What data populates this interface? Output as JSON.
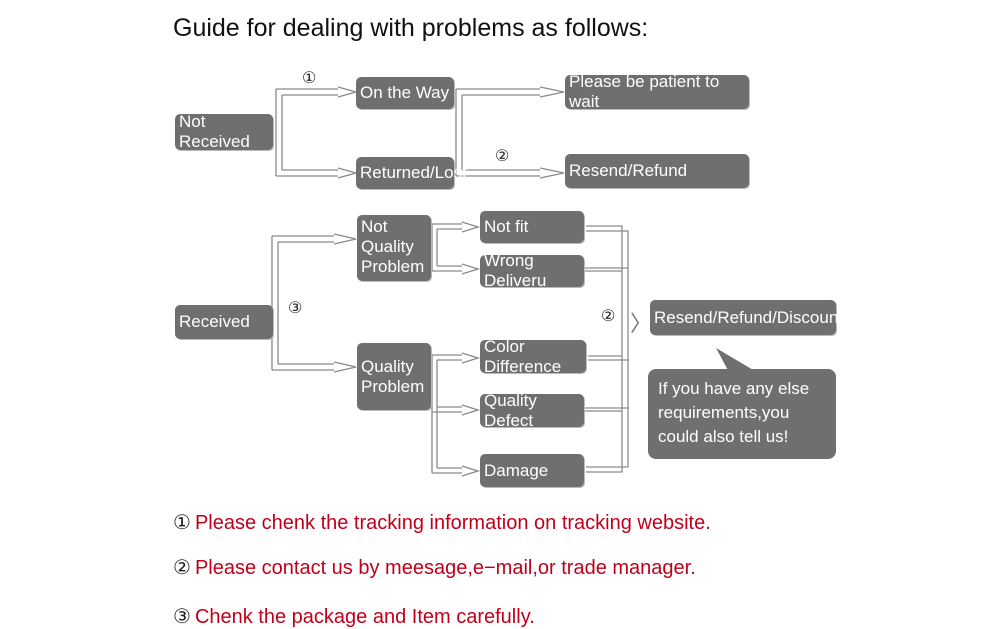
{
  "title": "Guide for dealing with problems as follows:",
  "boxes": {
    "not_received": "Not Received",
    "on_the_way": "On the Way",
    "returned_lost": "Returned/Lost",
    "please_wait": "Please be patient to wait",
    "resend_refund": "Resend/Refund",
    "received": "Received",
    "not_quality_problem": "Not Quality Problem",
    "quality_problem": "Quality Problem",
    "not_fit": "Not fit",
    "wrong_delivery": "Wrong Deliveru",
    "color_difference": "Color Difference",
    "quality_defect": "Quality Defect",
    "damage": "Damage",
    "resend_refund_discount": "Resend/Refund/Discount"
  },
  "markers": {
    "one": "①",
    "two": "②",
    "three": "③"
  },
  "bubble_text": "If you have any else requirements,you could also tell us!",
  "notes": [
    {
      "num": "①",
      "text": "Please chenk the tracking information on tracking website."
    },
    {
      "num": "②",
      "text": "Please contact us by meesage,e−mail,or trade manager."
    },
    {
      "num": "③",
      "text": "Chenk the package and Item carefully."
    }
  ]
}
